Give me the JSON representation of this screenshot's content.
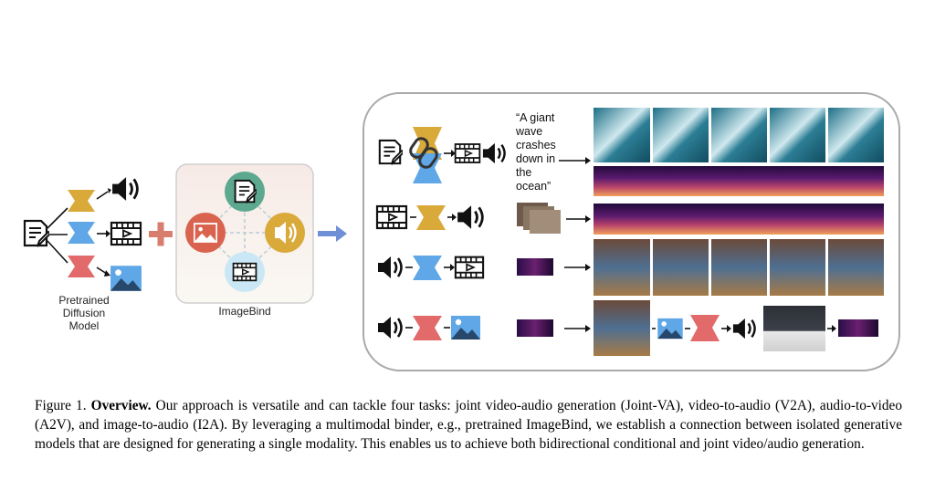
{
  "figure": {
    "left_panel": {
      "model_label_lines": [
        "Pretrained",
        "Diffusion",
        "Model"
      ]
    },
    "imagebind": {
      "label": "ImageBind"
    },
    "right_panel": {
      "prompt_lines": [
        "“A giant",
        "wave",
        "crashes",
        "down in",
        "the",
        "ocean”"
      ],
      "tasks": [
        "joint-video-audio",
        "video-to-audio",
        "audio-to-video",
        "image-to-audio"
      ]
    },
    "colors": {
      "gold": "#D9A93A",
      "blue": "#5FA7E6",
      "red": "#E26A6A",
      "teal": "#5DA98F",
      "orange_red": "#D9634F",
      "plus": "#D77E6E",
      "arrow_blue": "#6F8FD6"
    },
    "icons": [
      "text-document-icon",
      "speaker-icon",
      "film-strip-icon",
      "image-icon",
      "chain-link-icon"
    ]
  },
  "caption": {
    "label": "Figure 1.",
    "title": "Overview.",
    "text": "Our approach is versatile and can tackle four tasks: joint video-audio generation (Joint-VA), video-to-audio (V2A), audio-to-video (A2V), and image-to-audio (I2A). By leveraging a multimodal binder, e.g., pretrained ImageBind, we establish a connection between isolated generative models that are designed for generating a single modality.  This enables us to achieve both bidirectional conditional and joint video/audio generation."
  }
}
